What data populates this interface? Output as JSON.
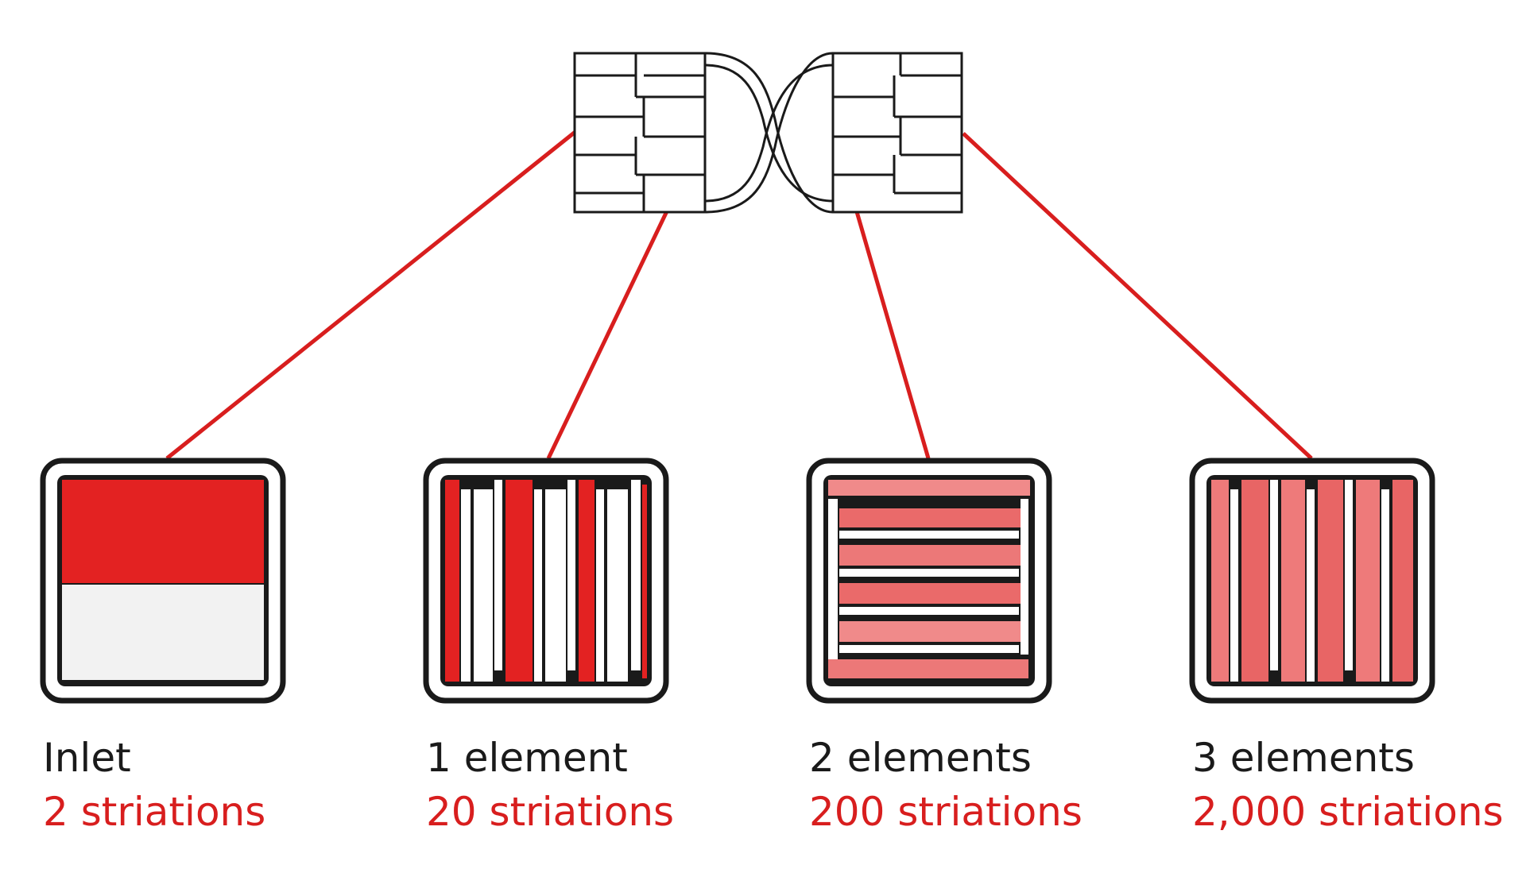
{
  "colors": {
    "accent": "#d81e1e",
    "outline": "#1a1a1a",
    "background": "#ffffff"
  },
  "stages": [
    {
      "stage": "Inlet",
      "striations": "2 striations"
    },
    {
      "stage": "1 element",
      "striations": "20 striations"
    },
    {
      "stage": "2 elements",
      "striations": "200 striations"
    },
    {
      "stage": "3 elements",
      "striations": "2,000 striations"
    }
  ]
}
